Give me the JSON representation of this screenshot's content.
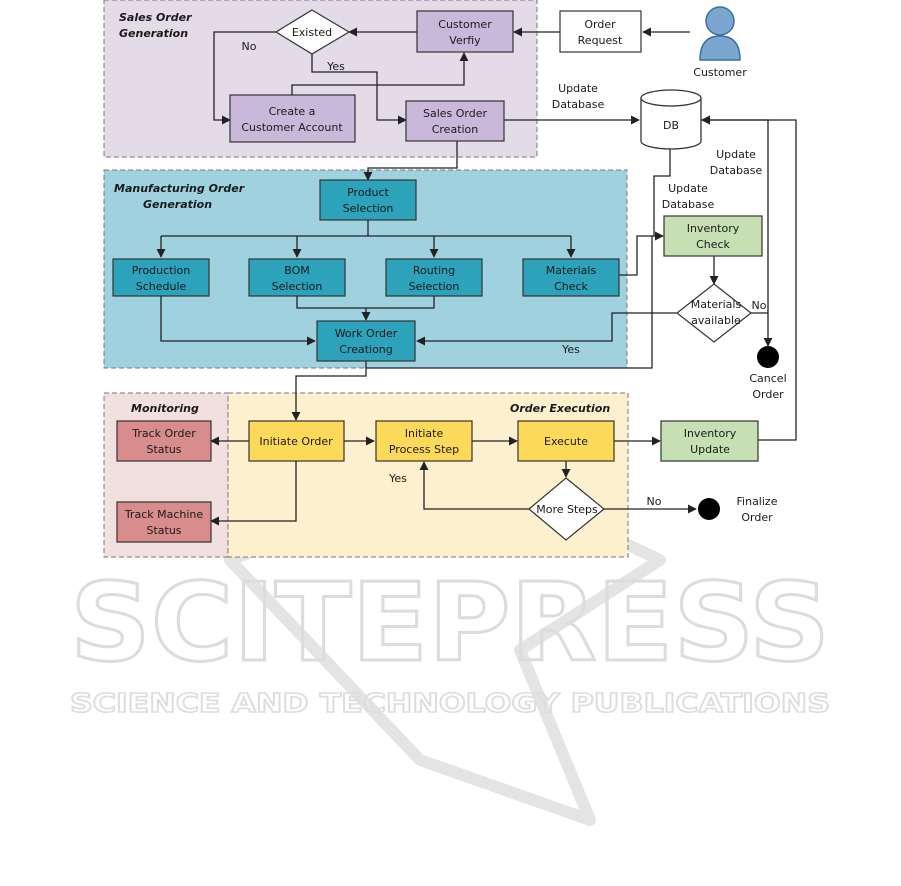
{
  "colors": {
    "sales_panel": "#e4dbe8",
    "manufacturing_panel": "#9fd1df",
    "monitoring_panel": "#f2dfdf",
    "execution_panel": "#fdf0cf",
    "sales_box": "#c9b8d9",
    "mfg_box": "#2ca2bb",
    "inventory_box": "#c6e0b4",
    "exec_box": "#fdd95a",
    "monitor_box": "#d98c8c",
    "line": "#222222"
  },
  "panels": {
    "sales": "Sales Order Generation",
    "manufacturing": "Manufacturing Order Generation",
    "monitoring": "Monitoring",
    "execution": "Order Execution"
  },
  "actors": {
    "customer": "Customer",
    "db": "DB"
  },
  "nodes": {
    "existed": "Existed",
    "customer_verify": "Customer Verfiy",
    "order_request": "Order Request",
    "create_account": "Create a Customer Account",
    "sales_order_creation": "Sales Order Creation",
    "product_selection": "Product Selection",
    "production_schedule": "Production Schedule",
    "bom_selection": "BOM Selection",
    "routing_selection": "Routing Selection",
    "materials_check": "Materials Check",
    "work_order": "Work Order Creationg",
    "inventory_check": "Inventory Check",
    "materials_available": "Materials available",
    "cancel_order": "Cancel Order",
    "track_order": "Track Order Status",
    "track_machine": "Track Machine Status",
    "initiate_order": "Initiate Order",
    "initiate_step": "Initiate Process Step",
    "execute": "Execute",
    "inventory_update": "Inventory Update",
    "more_steps": "More Steps",
    "finalize_order": "Finalize Order"
  },
  "edge_labels": {
    "no_existed": "No",
    "yes_existed": "Yes",
    "no_materials": "No",
    "yes_materials": "Yes",
    "yes_steps": "Yes",
    "no_steps": "No",
    "update_db_1": "Update Database",
    "update_db_2": "Update Database",
    "update_db_3": "Update Database"
  },
  "watermark": {
    "title": "SCITEPRESS",
    "subtitle": "SCIENCE AND TECHNOLOGY PUBLICATIONS"
  }
}
